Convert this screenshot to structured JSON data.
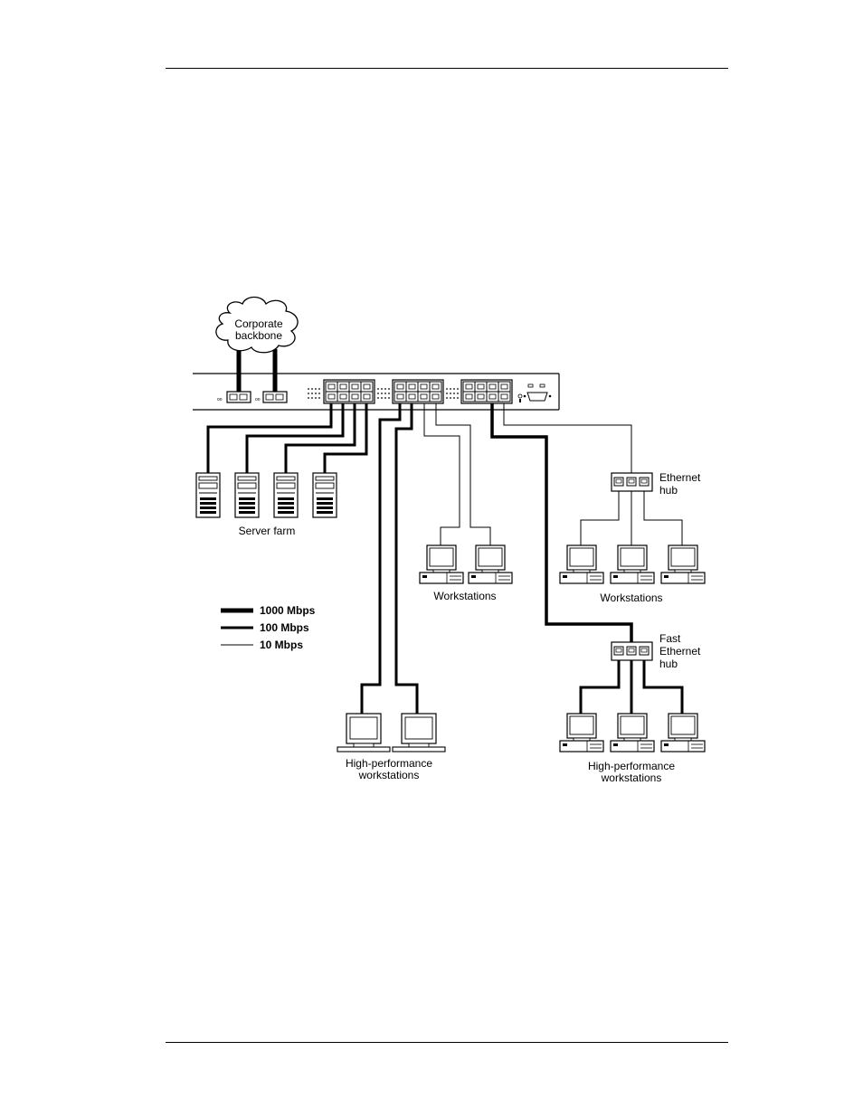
{
  "page": {
    "rule_color": "#000000"
  },
  "diagram": {
    "cloud": {
      "line1": "Corporate",
      "line2": "backbone"
    },
    "server_farm_label": "Server farm",
    "workstations_label_1": "Workstations",
    "workstations_label_2": "Workstations",
    "ethernet_hub": {
      "line1": "Ethernet",
      "line2": "hub"
    },
    "fast_hub": {
      "line1": "Fast",
      "line2": "Ethernet",
      "line3": "hub"
    },
    "hp_workstations_left": {
      "line1": "High-performance",
      "line2": "workstations"
    },
    "hp_workstations_right": {
      "line1": "High-performance",
      "line2": "workstations"
    },
    "legend": [
      {
        "label": "1000 Mbps"
      },
      {
        "label": "100 Mbps"
      },
      {
        "label": "10 Mbps"
      }
    ],
    "stroke_color": "#000000"
  }
}
